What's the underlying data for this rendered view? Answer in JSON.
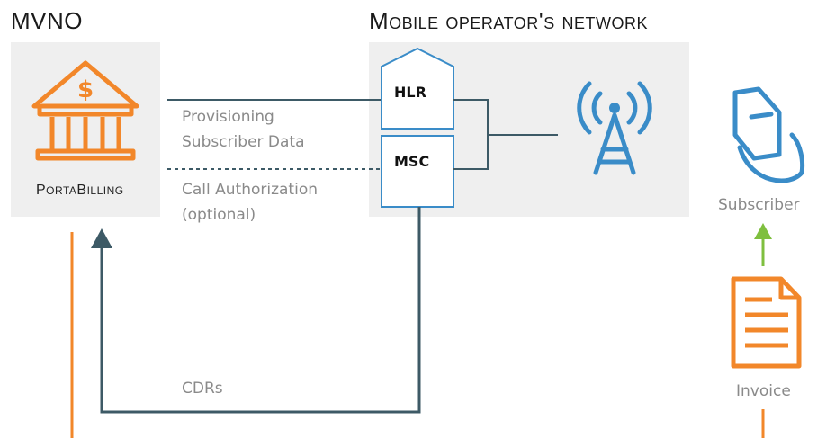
{
  "titles": {
    "left": "MVNO",
    "right": "Mobile operator's network"
  },
  "portabilling": {
    "label_big_p": "P",
    "label_small_orta": "ORTA",
    "label_big_b": "B",
    "label_small_illing": "ILLING"
  },
  "nodes": {
    "hlr": "HLR",
    "msc": "MSC"
  },
  "links": {
    "provisioning_line1": "Provisioning",
    "provisioning_line2": "Subscriber Data",
    "auth_line1": "Call Authorization",
    "auth_line2": "(optional)",
    "cdrs": "CDRs"
  },
  "subscriber": {
    "label": "Subscriber"
  },
  "invoice": {
    "label": "Invoice"
  },
  "colors": {
    "orange": "#f2872a",
    "slate": "#3d5a66",
    "blue": "#3a8cc8",
    "green": "#7fbf3f",
    "panel": "#efefef"
  },
  "icons": {
    "billing": "bank-dollar-icon",
    "tower": "radio-tower-icon",
    "subscriber": "phone-user-icon",
    "invoice": "document-icon"
  }
}
